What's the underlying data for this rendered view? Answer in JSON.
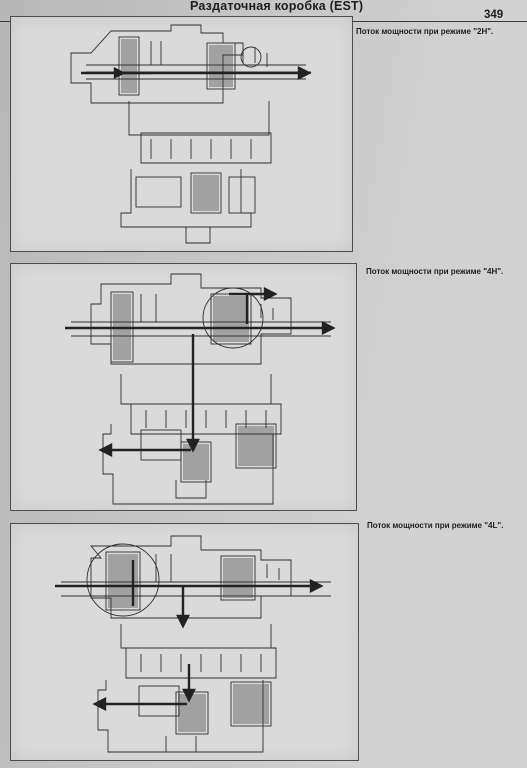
{
  "header": {
    "title": "Раздаточная коробка (EST)",
    "page_number": "349"
  },
  "figures": [
    {
      "caption": "Поток мощности при режиме \"2H\"."
    },
    {
      "caption": "Поток мощности при режиме \"4H\"."
    },
    {
      "caption": "Поток мощности при режиме \"4L\"."
    }
  ]
}
